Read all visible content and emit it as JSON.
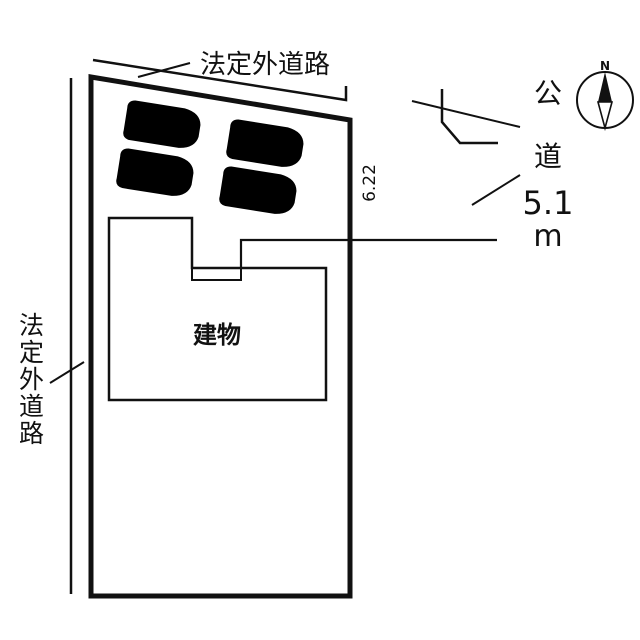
{
  "road_top": {
    "label": "法定外道路"
  },
  "road_left": {
    "label": "法定外道路"
  },
  "public_road": {
    "kanji_1": "公",
    "kanji_2": "道",
    "width_value": "5.1",
    "width_unit": "m"
  },
  "frontage": {
    "label": "6.22"
  },
  "building": {
    "label": "建物"
  },
  "compass": {
    "north_label": "N"
  },
  "parking": {
    "car_count": 4
  }
}
